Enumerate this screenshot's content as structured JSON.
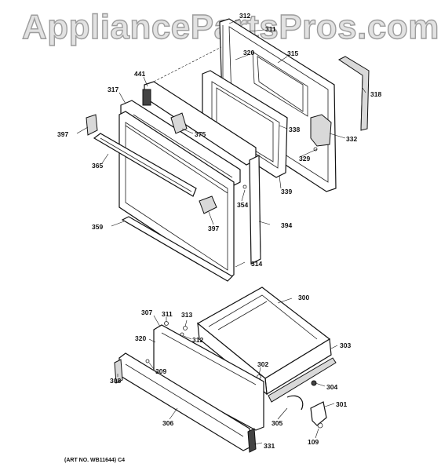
{
  "watermark": "AppliancePartsPros.com",
  "caption": "(ART NO. WB11644) C4",
  "callouts": {
    "c312a": "312",
    "c311a": "311",
    "c320a": "320",
    "c315": "315",
    "c441": "441",
    "c317": "317",
    "c318": "318",
    "c375": "375",
    "c338": "338",
    "c332": "332",
    "c397a": "397",
    "c365": "365",
    "c329": "329",
    "c339": "339",
    "c354": "354",
    "c397b": "397",
    "c394": "394",
    "c359": "359",
    "c314": "314",
    "c300": "300",
    "c307": "307",
    "c311b": "311",
    "c313": "313",
    "c312b": "312",
    "c320b": "320",
    "c303": "303",
    "c302": "302",
    "c309": "309",
    "c308": "308",
    "c304": "304",
    "c301": "301",
    "c305": "305",
    "c306": "306",
    "c109": "109",
    "c331": "331"
  }
}
